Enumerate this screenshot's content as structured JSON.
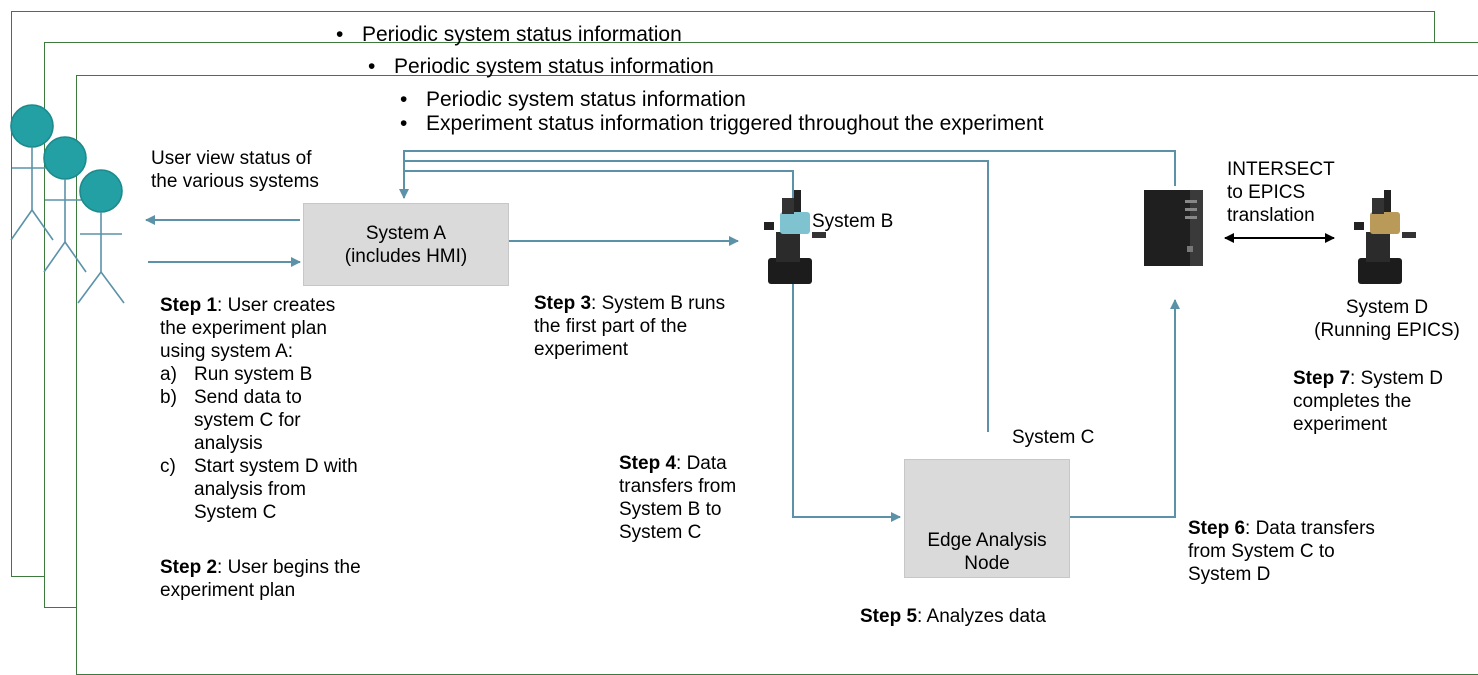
{
  "panels": [
    {
      "bullets": [
        "Periodic system status information"
      ]
    },
    {
      "bullets": [
        "Periodic system status information"
      ]
    },
    {
      "bullets": [
        "Periodic system status information",
        "Experiment status information triggered throughout the experiment"
      ]
    }
  ],
  "user_view_text": [
    "User view status of",
    "the various systems"
  ],
  "system_a": {
    "line1": "System A",
    "line2": "(includes HMI)"
  },
  "system_b": {
    "label": "System B"
  },
  "system_c": {
    "label": "System C",
    "box_line1": "Edge Analysis",
    "box_line2": "Node"
  },
  "translation": {
    "lines": [
      "INTERSECT",
      "to EPICS",
      "translation"
    ]
  },
  "system_d": {
    "line1": "System D",
    "line2": "(Running EPICS)"
  },
  "step1": {
    "label": "Step 1",
    "text_lines": [
      ": User creates",
      "the experiment plan",
      "using system A:"
    ],
    "items": [
      {
        "marker": "a)",
        "lines": [
          "Run system B"
        ]
      },
      {
        "marker": "b)",
        "lines": [
          "Send data to",
          "system C for",
          "analysis"
        ]
      },
      {
        "marker": "c)",
        "lines": [
          "Start system D with",
          "analysis from",
          "System C"
        ]
      }
    ]
  },
  "step2": {
    "label": "Step 2",
    "text_lines": [
      ": User begins the",
      "experiment plan"
    ]
  },
  "step3": {
    "label": "Step 3",
    "text_lines": [
      ": System B runs",
      "the first part of the",
      "experiment"
    ]
  },
  "step4": {
    "label": "Step 4",
    "text_lines": [
      ": Data",
      "transfers from",
      "System B to",
      "System C"
    ]
  },
  "step5": {
    "label": "Step 5",
    "text": ": Analyzes data"
  },
  "step6": {
    "label": "Step 6",
    "text_lines": [
      ": Data transfers",
      "from System C to",
      "System D"
    ]
  },
  "step7": {
    "label": "Step 7",
    "text_lines": [
      ": System D",
      "completes the",
      "experiment"
    ]
  },
  "colors": {
    "arrow": "#5b92a8",
    "panel_border": "#3e7a3e",
    "head_fill": "#23a0a3",
    "box_fill": "#dadada"
  }
}
